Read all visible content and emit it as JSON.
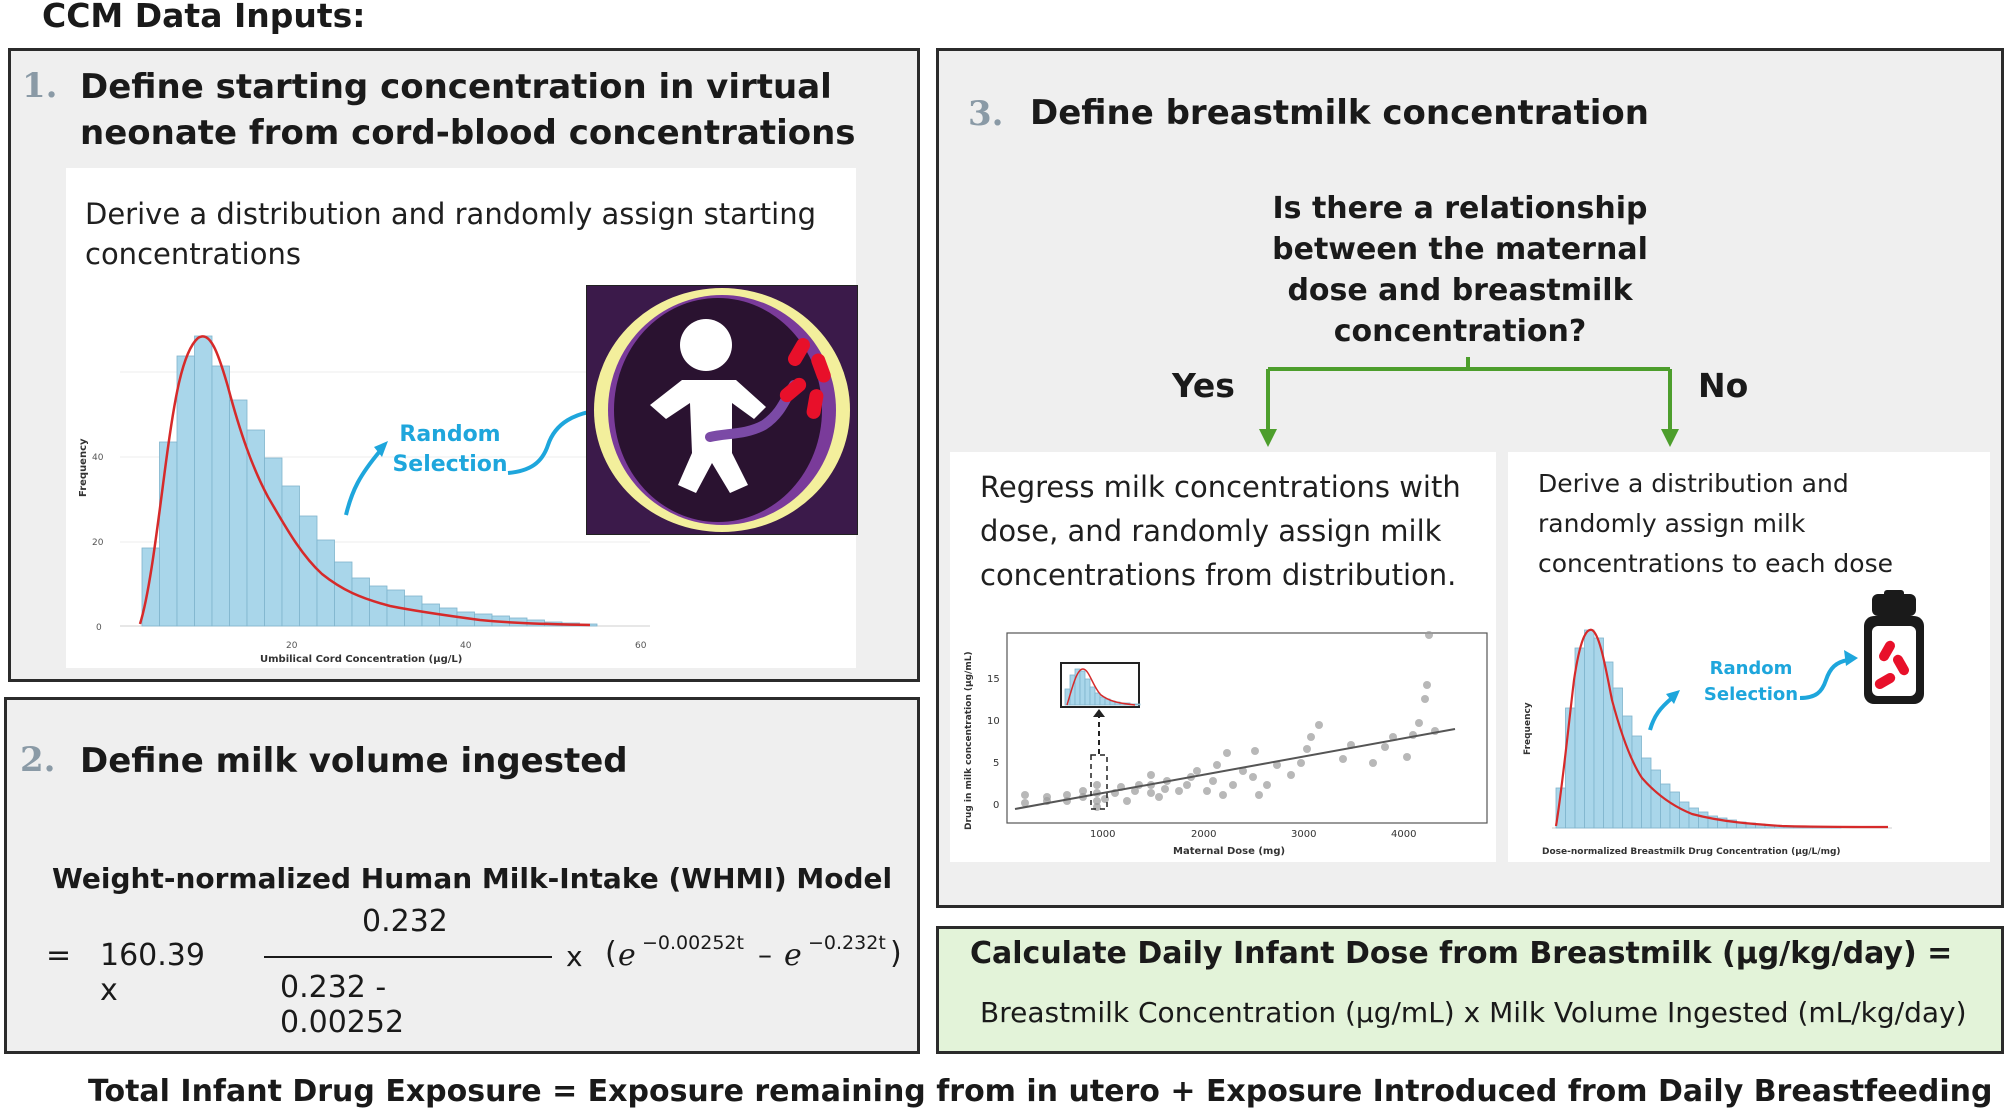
{
  "header": {
    "title": "CCM Data Inputs:"
  },
  "panel1": {
    "number": "1.",
    "title_line1": "Define starting concentration in virtual",
    "title_line2": "neonate from cord-blood concentrations",
    "desc_line1": "Derive a distribution and randomly assign starting",
    "desc_line2": "concentrations",
    "histogram": {
      "ylabel": "Frequency",
      "xlabel": "Umbilical Cord Concentration (µg/L)",
      "xticks": [
        "20",
        "40",
        "60"
      ],
      "yticks": [
        "0",
        "20",
        "40"
      ]
    },
    "random_label_line1": "Random",
    "random_label_line2": "Selection"
  },
  "panel2": {
    "number": "2.",
    "title": "Define milk volume ingested",
    "model_title": "Weight-normalized Human Milk-Intake (WHMI) Model",
    "eq_equals": "=",
    "eq_coeff": "160.39 x",
    "eq_numerator": "0.232",
    "eq_denominator": "0.232 - 0.00252",
    "eq_times": "x",
    "eq_paren_open": "(",
    "eq_e1": "e",
    "eq_exp1": "−0.00252t",
    "eq_minus": "–",
    "eq_e2": "e",
    "eq_exp2": "−0.232t",
    "eq_paren_close": ")"
  },
  "panel3": {
    "number": "3.",
    "title": "Define breastmilk concentration",
    "question_lines": [
      "Is there a relationship",
      "between the maternal",
      "dose and breastmilk",
      "concentration?"
    ],
    "yes_label": "Yes",
    "no_label": "No",
    "yes_text_lines": [
      "Regress milk concentrations with",
      "dose, and randomly assign milk",
      "concentrations from distribution."
    ],
    "no_text_lines": [
      "Derive a distribution and",
      "randomly assign milk",
      "concentrations to each dose"
    ],
    "scatter": {
      "ylabel": "Drug in milk concentration (µg/mL)",
      "xlabel": "Maternal Dose (mg)",
      "xticks": [
        "1000",
        "2000",
        "3000",
        "4000"
      ],
      "yticks": [
        "0",
        "5",
        "10",
        "15"
      ]
    },
    "hist2": {
      "ylabel": "Frequency",
      "xlabel": "Dose-normalized Breastmilk Drug Concentration (µg/L/mg)"
    },
    "random_label_line1": "Random",
    "random_label_line2": "Selection"
  },
  "calc": {
    "title": "Calculate Daily Infant Dose from Breastmilk (µg/kg/day) =",
    "formula": "Breastmilk Concentration (µg/mL) x Milk Volume Ingested (mL/kg/day)"
  },
  "footer": {
    "text": "Total Infant Drug Exposure = Exposure remaining from in utero + Exposure Introduced from Daily Breastfeeding"
  },
  "colors": {
    "panel_bg": "#efefef",
    "bar_fill": "#a9d6ea",
    "curve": "#d62a2a",
    "arrow_blue": "#1ea6dc",
    "tree_green": "#4d9e2c",
    "calc_bg": "#e3f3d9"
  }
}
